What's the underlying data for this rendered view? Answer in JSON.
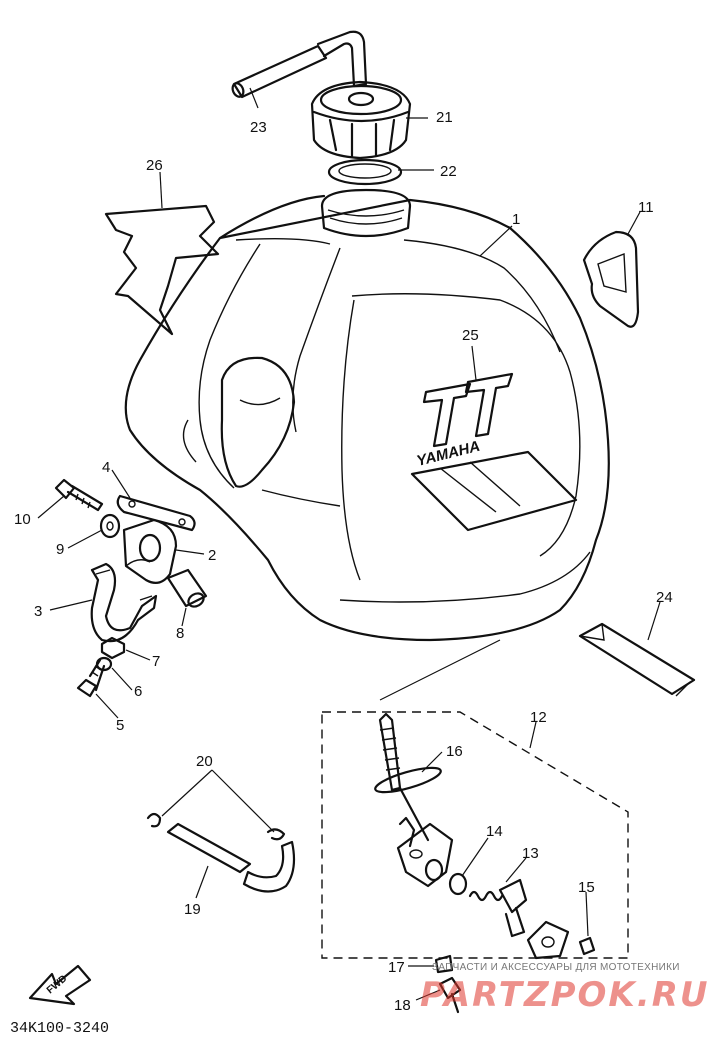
{
  "diagram": {
    "callouts": [
      {
        "id": "c1",
        "label": "1"
      },
      {
        "id": "c2",
        "label": "2"
      },
      {
        "id": "c3",
        "label": "3"
      },
      {
        "id": "c4",
        "label": "4"
      },
      {
        "id": "c5",
        "label": "5"
      },
      {
        "id": "c6",
        "label": "6"
      },
      {
        "id": "c7",
        "label": "7"
      },
      {
        "id": "c8",
        "label": "8"
      },
      {
        "id": "c9",
        "label": "9"
      },
      {
        "id": "c10",
        "label": "10"
      },
      {
        "id": "c11",
        "label": "11"
      },
      {
        "id": "c12",
        "label": "12"
      },
      {
        "id": "c13",
        "label": "13"
      },
      {
        "id": "c14",
        "label": "14"
      },
      {
        "id": "c15",
        "label": "15"
      },
      {
        "id": "c16",
        "label": "16"
      },
      {
        "id": "c17",
        "label": "17"
      },
      {
        "id": "c18",
        "label": "18"
      },
      {
        "id": "c19",
        "label": "19"
      },
      {
        "id": "c20",
        "label": "20"
      },
      {
        "id": "c21",
        "label": "21"
      },
      {
        "id": "c22",
        "label": "22"
      },
      {
        "id": "c23",
        "label": "23"
      },
      {
        "id": "c24",
        "label": "24"
      },
      {
        "id": "c25",
        "label": "25"
      },
      {
        "id": "c26",
        "label": "26"
      }
    ],
    "tank_logo": {
      "model": "TT",
      "brand": "YAMAHA"
    },
    "forward_arrow": "FWD",
    "drawing_code": "34K100-3240"
  },
  "watermark": {
    "tagline": "ЗАПЧАСТИ И АКСЕССУАРЫ ДЛЯ МОТОТЕХНИКИ",
    "site": "PARTZPOK.RU",
    "color": "#e0392f"
  }
}
